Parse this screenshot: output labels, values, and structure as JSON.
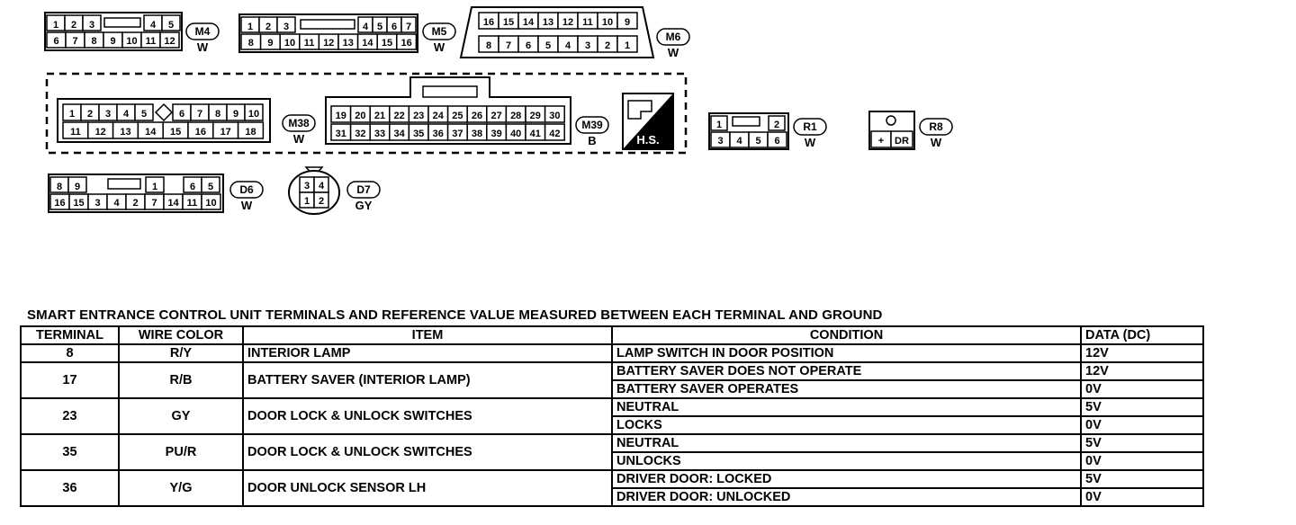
{
  "connectors": {
    "M4": {
      "id": "M4",
      "color": "W",
      "row1": [
        "1",
        "2",
        "3",
        "",
        "4",
        "5"
      ],
      "row2": [
        "6",
        "7",
        "8",
        "9",
        "10",
        "11",
        "12"
      ]
    },
    "M5": {
      "id": "M5",
      "color": "W",
      "row1": [
        "1",
        "2",
        "3",
        "",
        "4",
        "5",
        "6",
        "7"
      ],
      "row2": [
        "8",
        "9",
        "10",
        "11",
        "12",
        "13",
        "14",
        "15",
        "16"
      ]
    },
    "M6": {
      "id": "M6",
      "color": "W",
      "row1": [
        "16",
        "15",
        "14",
        "13",
        "12",
        "11",
        "10",
        "9"
      ],
      "row2": [
        "8",
        "7",
        "6",
        "5",
        "4",
        "3",
        "2",
        "1"
      ]
    },
    "M38": {
      "id": "M38",
      "color": "W",
      "row1": [
        "1",
        "2",
        "3",
        "4",
        "5",
        "6",
        "7",
        "8",
        "9",
        "10"
      ],
      "row2": [
        "11",
        "12",
        "13",
        "14",
        "15",
        "16",
        "17",
        "18"
      ]
    },
    "M39": {
      "id": "M39",
      "color": "B",
      "row1": [
        "19",
        "20",
        "21",
        "22",
        "23",
        "24",
        "25",
        "26",
        "27",
        "28",
        "29",
        "30"
      ],
      "row2": [
        "31",
        "32",
        "33",
        "34",
        "35",
        "36",
        "37",
        "38",
        "39",
        "40",
        "41",
        "42"
      ]
    },
    "R1": {
      "id": "R1",
      "color": "W",
      "row1": [
        "1",
        "",
        "2"
      ],
      "row2": [
        "3",
        "4",
        "5",
        "6"
      ]
    },
    "R8": {
      "id": "R8",
      "color": "W",
      "row2": [
        "+",
        "DR"
      ]
    },
    "D6": {
      "id": "D6",
      "color": "W",
      "row1": [
        "8",
        "9",
        "",
        "",
        "1",
        "",
        "6",
        "5"
      ],
      "row2": [
        "16",
        "15",
        "3",
        "4",
        "2",
        "7",
        "14",
        "11",
        "10"
      ]
    },
    "D7": {
      "id": "D7",
      "color": "GY",
      "row1": [
        "3",
        "4"
      ],
      "row2": [
        "1",
        "2"
      ]
    }
  },
  "hs_label": "H.S.",
  "table": {
    "title": "SMART ENTRANCE CONTROL UNIT TERMINALS AND REFERENCE VALUE MEASURED BETWEEN EACH TERMINAL AND GROUND",
    "headers": [
      "TERMINAL",
      "WIRE COLOR",
      "ITEM",
      "CONDITION",
      "DATA (DC)"
    ],
    "rows": [
      {
        "terminal": "8",
        "wire": "R/Y",
        "item": "INTERIOR LAMP",
        "conditions": [
          {
            "c": "LAMP SWITCH IN DOOR POSITION",
            "v": "12V"
          }
        ]
      },
      {
        "terminal": "17",
        "wire": "R/B",
        "item": "BATTERY SAVER (INTERIOR LAMP)",
        "conditions": [
          {
            "c": "BATTERY SAVER DOES NOT OPERATE",
            "v": "12V"
          },
          {
            "c": "BATTERY SAVER OPERATES",
            "v": "0V"
          }
        ]
      },
      {
        "terminal": "23",
        "wire": "GY",
        "item": "DOOR LOCK & UNLOCK SWITCHES",
        "conditions": [
          {
            "c": "NEUTRAL",
            "v": "5V"
          },
          {
            "c": "LOCKS",
            "v": "0V"
          }
        ]
      },
      {
        "terminal": "35",
        "wire": "PU/R",
        "item": "DOOR LOCK & UNLOCK SWITCHES",
        "conditions": [
          {
            "c": "NEUTRAL",
            "v": "5V"
          },
          {
            "c": "UNLOCKS",
            "v": "0V"
          }
        ]
      },
      {
        "terminal": "36",
        "wire": "Y/G",
        "item": "DOOR UNLOCK SENSOR LH",
        "conditions": [
          {
            "c": "DRIVER DOOR: LOCKED",
            "v": "5V"
          },
          {
            "c": "DRIVER DOOR: UNLOCKED",
            "v": "0V"
          }
        ]
      }
    ]
  }
}
